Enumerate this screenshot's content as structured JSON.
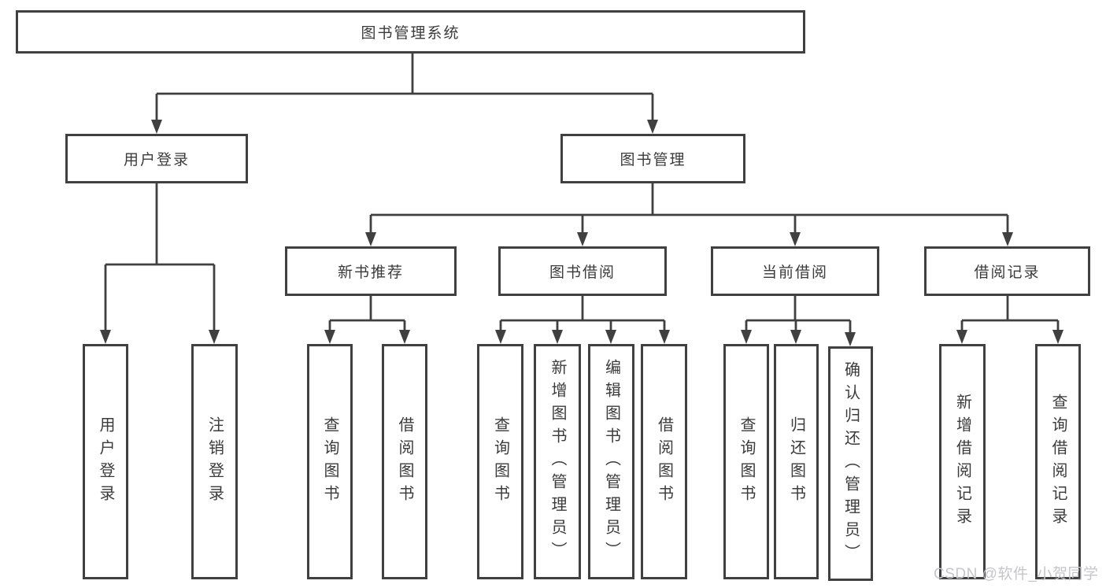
{
  "diagram_title": "图书管理系统",
  "tree": {
    "root": {
      "label": "图书管理系统",
      "children": [
        {
          "label": "用户登录",
          "children": [
            {
              "label": "用户登录"
            },
            {
              "label": "注销登录"
            }
          ]
        },
        {
          "label": "图书管理",
          "children": [
            {
              "label": "新书推荐",
              "children": [
                {
                  "label": "查询图书"
                },
                {
                  "label": "借阅图书"
                }
              ]
            },
            {
              "label": "图书借阅",
              "children": [
                {
                  "label": "查询图书"
                },
                {
                  "label": "新增图书（管理员）"
                },
                {
                  "label": "编辑图书（管理员）"
                },
                {
                  "label": "借阅图书"
                }
              ]
            },
            {
              "label": "当前借阅",
              "children": [
                {
                  "label": "查询图书"
                },
                {
                  "label": "归还图书"
                },
                {
                  "label": "确认归还（管理员）"
                }
              ]
            },
            {
              "label": "借阅记录",
              "children": [
                {
                  "label": "新增借阅记录"
                },
                {
                  "label": "查询借阅记录"
                }
              ]
            }
          ]
        }
      ]
    }
  },
  "watermark": "CSDN @软件_小贺同学",
  "colors": {
    "line": "#404040",
    "text": "#3b3b3b",
    "watermark": "#c6c6ca",
    "background": "#ffffff"
  }
}
